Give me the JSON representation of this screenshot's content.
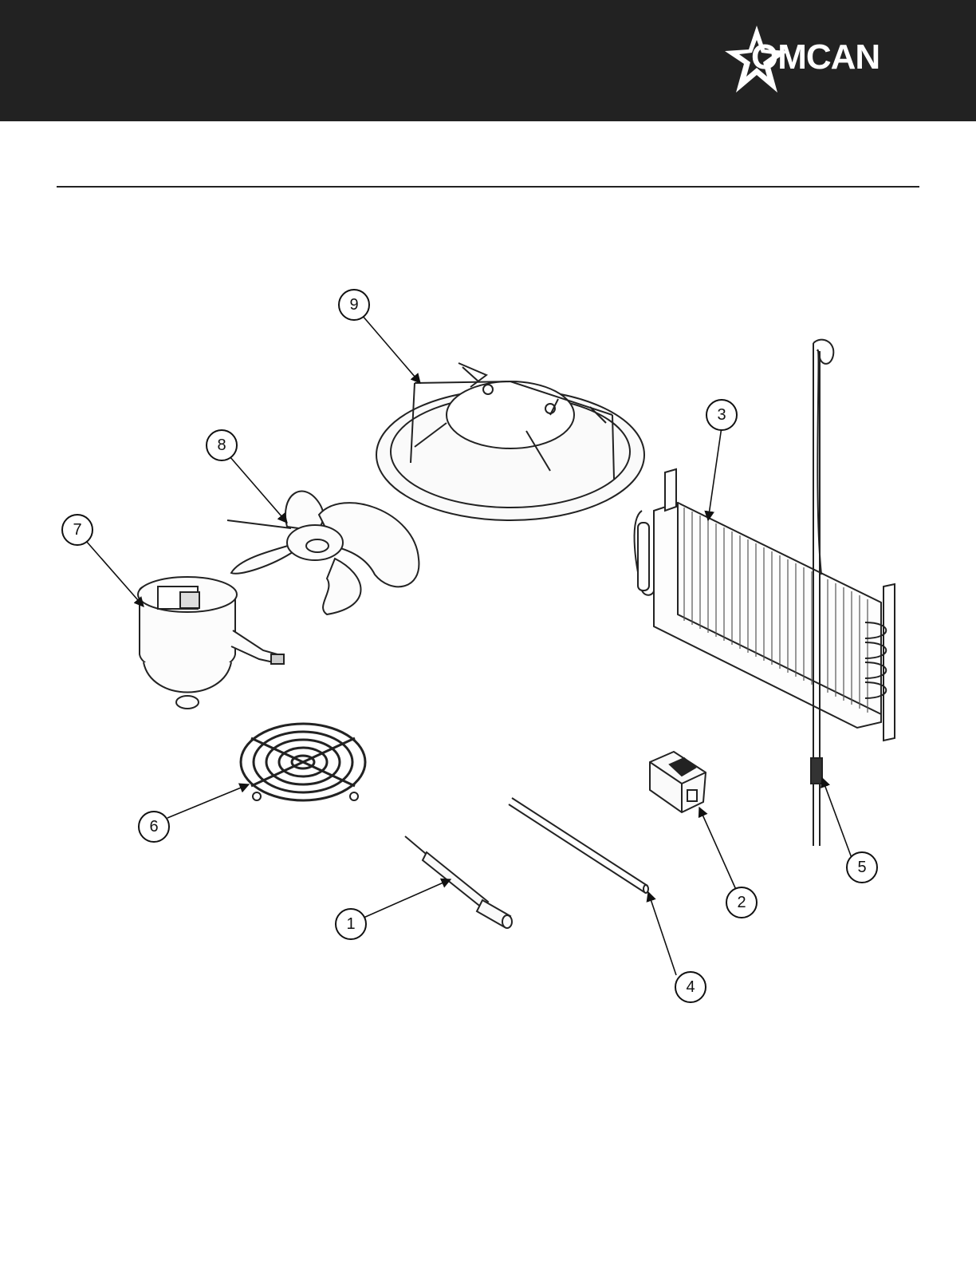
{
  "header": {
    "brand": "OMCAN",
    "background_color": "#222222",
    "logo_icon": "star-icon"
  },
  "callouts": [
    {
      "number": "1",
      "part": "sensor-probe"
    },
    {
      "number": "2",
      "part": "rocker-switch"
    },
    {
      "number": "3",
      "part": "evaporator-coil"
    },
    {
      "number": "4",
      "part": "tube"
    },
    {
      "number": "5",
      "part": "capillary-tube"
    },
    {
      "number": "6",
      "part": "fan-guard"
    },
    {
      "number": "7",
      "part": "fan-motor"
    },
    {
      "number": "8",
      "part": "fan-blade"
    },
    {
      "number": "9",
      "part": "fan-shroud"
    }
  ]
}
